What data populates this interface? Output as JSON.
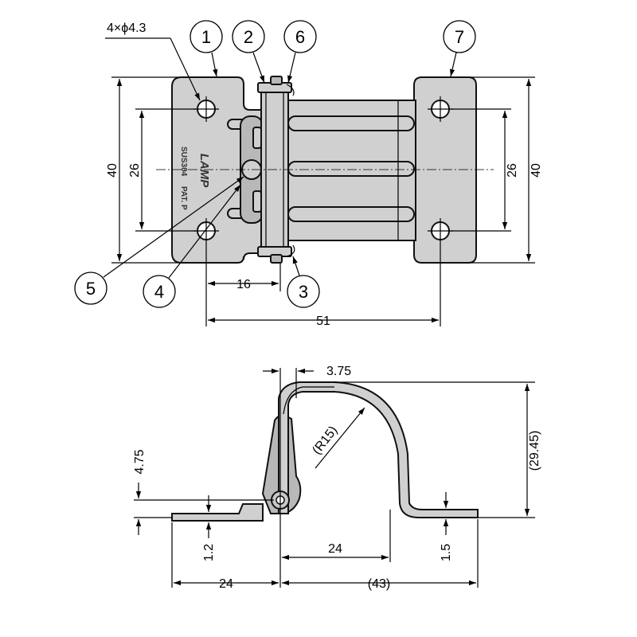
{
  "top_view": {
    "hole_note": "4×ϕ4.3",
    "callouts": [
      "1",
      "2",
      "6",
      "7",
      "5",
      "4",
      "3"
    ],
    "stamp_logo": "LAMP",
    "stamp_text_1": "SUS304",
    "stamp_text_2": "PAT. P",
    "dims": {
      "height_left": "40",
      "pitch_left": "26",
      "pitch_right": "26",
      "height_right": "40",
      "offset": "16",
      "span": "51"
    }
  },
  "side_view": {
    "dims": {
      "gap": "3.75",
      "radius": "(R15)",
      "height": "(29.45)",
      "pivot_height": "4.75",
      "thickness_left": "1.2",
      "thickness_right": "1.5",
      "bottom_left": "24",
      "bottom_right": "(43)",
      "inner": "24"
    }
  }
}
